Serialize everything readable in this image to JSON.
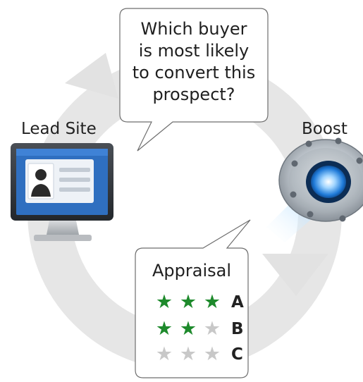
{
  "question": {
    "lines": [
      "Which buyer",
      "is most likely",
      "to convert this",
      "prospect?"
    ]
  },
  "nodes": {
    "lead_site": {
      "label": "Lead Site",
      "icon": "monitor-contact-card-icon"
    },
    "boost": {
      "label": "Boost",
      "icon": "flange-light-beam-icon"
    }
  },
  "appraisal": {
    "title": "Appraisal",
    "ratings": [
      {
        "grade": "A",
        "stars": 3
      },
      {
        "grade": "B",
        "stars": 2
      },
      {
        "grade": "C",
        "stars": 0
      }
    ],
    "max_stars": 3
  },
  "colors": {
    "cycle_arrow": "#e6e6e6",
    "star_on": "#1e8a2c",
    "star_off": "#c8c8c8",
    "screen_blue": "#2f6fc0",
    "beam_blue": "#4fa8ff"
  }
}
